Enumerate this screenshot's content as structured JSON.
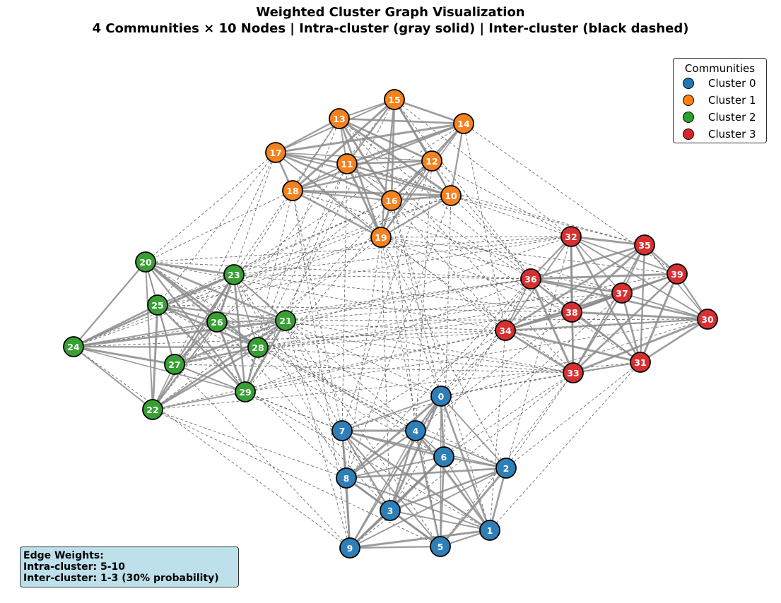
{
  "title": {
    "line1": "Weighted Cluster Graph Visualization",
    "line2": "4 Communities × 10 Nodes | Intra-cluster (gray solid) | Inter-cluster (black dashed)"
  },
  "legend": {
    "title": "Communities",
    "items": [
      {
        "label": "Cluster 0",
        "color": "#1f77b4"
      },
      {
        "label": "Cluster 1",
        "color": "#ff7f0e"
      },
      {
        "label": "Cluster 2",
        "color": "#2ca02c"
      },
      {
        "label": "Cluster 3",
        "color": "#d62728"
      }
    ]
  },
  "weights_box": {
    "line1": "Edge Weights:",
    "line2": "Intra-cluster: 5-10",
    "line3": "Inter-cluster: 1-3 (30% probability)"
  },
  "colors": {
    "cluster_0": "#2e7fb8",
    "cluster_1": "#f5821f",
    "cluster_2": "#37a033",
    "cluster_3": "#d73031",
    "intra_edge": "#8c8c8c",
    "inter_edge": "#555555"
  },
  "graph": {
    "nodes": [
      {
        "id": "0",
        "cluster": 0
      },
      {
        "id": "1",
        "cluster": 0
      },
      {
        "id": "2",
        "cluster": 0
      },
      {
        "id": "3",
        "cluster": 0
      },
      {
        "id": "4",
        "cluster": 0
      },
      {
        "id": "5",
        "cluster": 0
      },
      {
        "id": "6",
        "cluster": 0
      },
      {
        "id": "7",
        "cluster": 0
      },
      {
        "id": "8",
        "cluster": 0
      },
      {
        "id": "9",
        "cluster": 0
      },
      {
        "id": "10",
        "cluster": 1
      },
      {
        "id": "11",
        "cluster": 1
      },
      {
        "id": "12",
        "cluster": 1
      },
      {
        "id": "13",
        "cluster": 1
      },
      {
        "id": "14",
        "cluster": 1
      },
      {
        "id": "15",
        "cluster": 1
      },
      {
        "id": "16",
        "cluster": 1
      },
      {
        "id": "17",
        "cluster": 1
      },
      {
        "id": "18",
        "cluster": 1
      },
      {
        "id": "19",
        "cluster": 1
      },
      {
        "id": "20",
        "cluster": 2
      },
      {
        "id": "21",
        "cluster": 2
      },
      {
        "id": "22",
        "cluster": 2
      },
      {
        "id": "23",
        "cluster": 2
      },
      {
        "id": "24",
        "cluster": 2
      },
      {
        "id": "25",
        "cluster": 2
      },
      {
        "id": "26",
        "cluster": 2
      },
      {
        "id": "27",
        "cluster": 2
      },
      {
        "id": "28",
        "cluster": 2
      },
      {
        "id": "29",
        "cluster": 2
      },
      {
        "id": "30",
        "cluster": 3
      },
      {
        "id": "31",
        "cluster": 3
      },
      {
        "id": "32",
        "cluster": 3
      },
      {
        "id": "33",
        "cluster": 3
      },
      {
        "id": "34",
        "cluster": 3
      },
      {
        "id": "35",
        "cluster": 3
      },
      {
        "id": "36",
        "cluster": 3
      },
      {
        "id": "37",
        "cluster": 3
      },
      {
        "id": "38",
        "cluster": 3
      },
      {
        "id": "39",
        "cluster": 3
      }
    ],
    "inter_edges": [
      [
        "0",
        "19"
      ],
      [
        "0",
        "16"
      ],
      [
        "0",
        "34"
      ],
      [
        "0",
        "36"
      ],
      [
        "0",
        "21"
      ],
      [
        "0",
        "28"
      ],
      [
        "0",
        "33"
      ],
      [
        "0",
        "31"
      ],
      [
        "1",
        "34"
      ],
      [
        "1",
        "31"
      ],
      [
        "1",
        "29"
      ],
      [
        "1",
        "16"
      ],
      [
        "2",
        "32"
      ],
      [
        "2",
        "31"
      ],
      [
        "2",
        "19"
      ],
      [
        "2",
        "28"
      ],
      [
        "2",
        "33"
      ],
      [
        "3",
        "19"
      ],
      [
        "3",
        "26"
      ],
      [
        "3",
        "36"
      ],
      [
        "3",
        "23"
      ],
      [
        "4",
        "16"
      ],
      [
        "4",
        "23"
      ],
      [
        "4",
        "26"
      ],
      [
        "4",
        "34"
      ],
      [
        "4",
        "12"
      ],
      [
        "4",
        "38"
      ],
      [
        "4",
        "28"
      ],
      [
        "5",
        "19"
      ],
      [
        "5",
        "21"
      ],
      [
        "5",
        "33"
      ],
      [
        "5",
        "22"
      ],
      [
        "6",
        "10"
      ],
      [
        "6",
        "33"
      ],
      [
        "6",
        "25"
      ],
      [
        "6",
        "37"
      ],
      [
        "6",
        "20"
      ],
      [
        "7",
        "11"
      ],
      [
        "7",
        "18"
      ],
      [
        "7",
        "21"
      ],
      [
        "7",
        "34"
      ],
      [
        "7",
        "29"
      ],
      [
        "7",
        "12"
      ],
      [
        "7",
        "27"
      ],
      [
        "7",
        "30"
      ],
      [
        "8",
        "23"
      ],
      [
        "8",
        "19"
      ],
      [
        "8",
        "10"
      ],
      [
        "8",
        "22"
      ],
      [
        "8",
        "36"
      ],
      [
        "8",
        "25"
      ],
      [
        "9",
        "21"
      ],
      [
        "9",
        "27"
      ],
      [
        "9",
        "24"
      ],
      [
        "9",
        "33"
      ],
      [
        "9",
        "18"
      ],
      [
        "10",
        "32"
      ],
      [
        "10",
        "23"
      ],
      [
        "10",
        "35"
      ],
      [
        "10",
        "24"
      ],
      [
        "10",
        "38"
      ],
      [
        "11",
        "21"
      ],
      [
        "11",
        "36"
      ],
      [
        "11",
        "28"
      ],
      [
        "11",
        "35"
      ],
      [
        "12",
        "36"
      ],
      [
        "12",
        "26"
      ],
      [
        "12",
        "29"
      ],
      [
        "12",
        "32"
      ],
      [
        "13",
        "23"
      ],
      [
        "13",
        "28"
      ],
      [
        "13",
        "33"
      ],
      [
        "13",
        "38"
      ],
      [
        "14",
        "28"
      ],
      [
        "14",
        "39"
      ],
      [
        "14",
        "23"
      ],
      [
        "14",
        "34"
      ],
      [
        "15",
        "36"
      ],
      [
        "15",
        "29"
      ],
      [
        "15",
        "32"
      ],
      [
        "15",
        "22"
      ],
      [
        "16",
        "25"
      ],
      [
        "16",
        "31"
      ],
      [
        "16",
        "24"
      ],
      [
        "16",
        "34"
      ],
      [
        "17",
        "25"
      ],
      [
        "17",
        "27"
      ],
      [
        "17",
        "34"
      ],
      [
        "17",
        "20"
      ],
      [
        "17",
        "26"
      ],
      [
        "18",
        "20"
      ],
      [
        "18",
        "22"
      ],
      [
        "18",
        "37"
      ],
      [
        "18",
        "29"
      ],
      [
        "19",
        "25"
      ],
      [
        "19",
        "38"
      ],
      [
        "19",
        "37"
      ],
      [
        "19",
        "32"
      ],
      [
        "19",
        "22"
      ],
      [
        "19",
        "24"
      ],
      [
        "19",
        "33"
      ],
      [
        "19",
        "39"
      ],
      [
        "20",
        "32"
      ],
      [
        "20",
        "36"
      ],
      [
        "20",
        "34"
      ],
      [
        "21",
        "37"
      ],
      [
        "21",
        "30"
      ],
      [
        "21",
        "36"
      ],
      [
        "21",
        "33"
      ],
      [
        "22",
        "34"
      ],
      [
        "22",
        "31"
      ],
      [
        "23",
        "32"
      ],
      [
        "23",
        "38"
      ],
      [
        "23",
        "36"
      ],
      [
        "24",
        "34"
      ],
      [
        "24",
        "36"
      ],
      [
        "25",
        "38"
      ],
      [
        "25",
        "32"
      ],
      [
        "26",
        "34"
      ],
      [
        "26",
        "36"
      ],
      [
        "26",
        "33"
      ],
      [
        "27",
        "32"
      ],
      [
        "27",
        "33"
      ],
      [
        "27",
        "37"
      ],
      [
        "28",
        "39"
      ],
      [
        "28",
        "33"
      ],
      [
        "28",
        "30"
      ],
      [
        "28",
        "38"
      ],
      [
        "29",
        "36"
      ],
      [
        "29",
        "34"
      ],
      [
        "29",
        "30"
      ]
    ]
  }
}
